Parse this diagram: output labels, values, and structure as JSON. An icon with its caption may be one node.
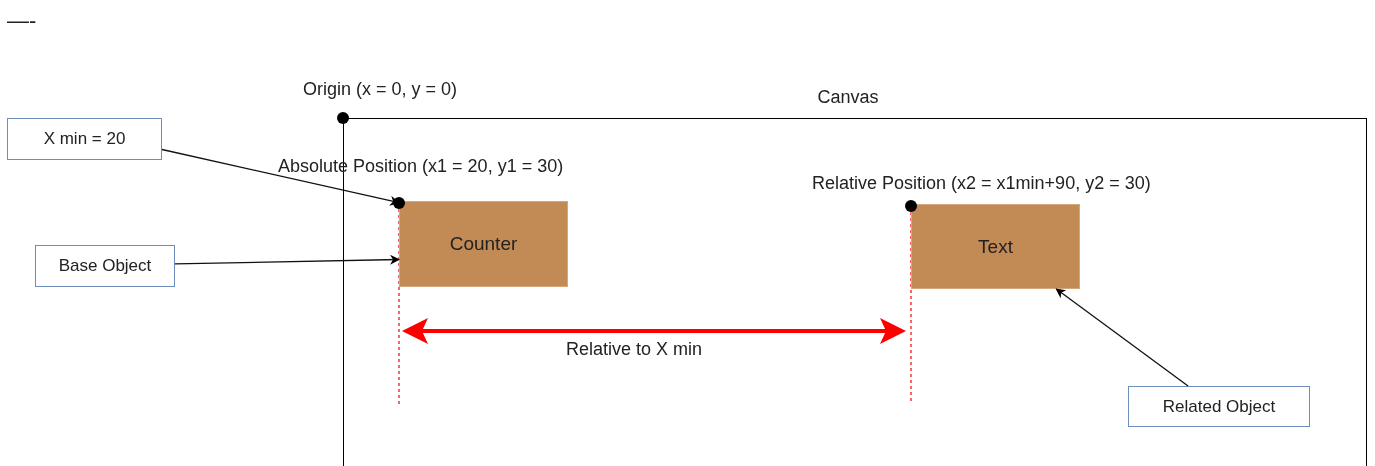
{
  "diagram": {
    "nodes": [
      {
        "text": [
          "Canvas"
        ]
      },
      {
        "text": [
          "X min = 20"
        ]
      },
      {
        "text": [
          "Base Object"
        ]
      },
      {
        "text": [
          "Counter"
        ],
        "in": 0,
        "beside": [
          "Absolute Position (x1 = 20, y1 = 30)"
        ]
      },
      {
        "text": [
          "Text"
        ],
        "in": 0,
        "beside": [
          "Relative Position (x2 = x1min+90, y2 = 30)"
        ]
      },
      {
        "text": [
          "Related Object"
        ],
        "in": 0
      }
    ],
    "edges": [
      {
        "from": 1,
        "to": 3,
        "arrow": "to"
      },
      {
        "from": 2,
        "to": 3,
        "arrow": "to"
      },
      {
        "from": 5,
        "to": 4,
        "arrow": "to"
      }
    ],
    "labels": [
      "—-",
      "Origin (x = 0, y = 0)",
      "Relative to X min"
    ]
  }
}
